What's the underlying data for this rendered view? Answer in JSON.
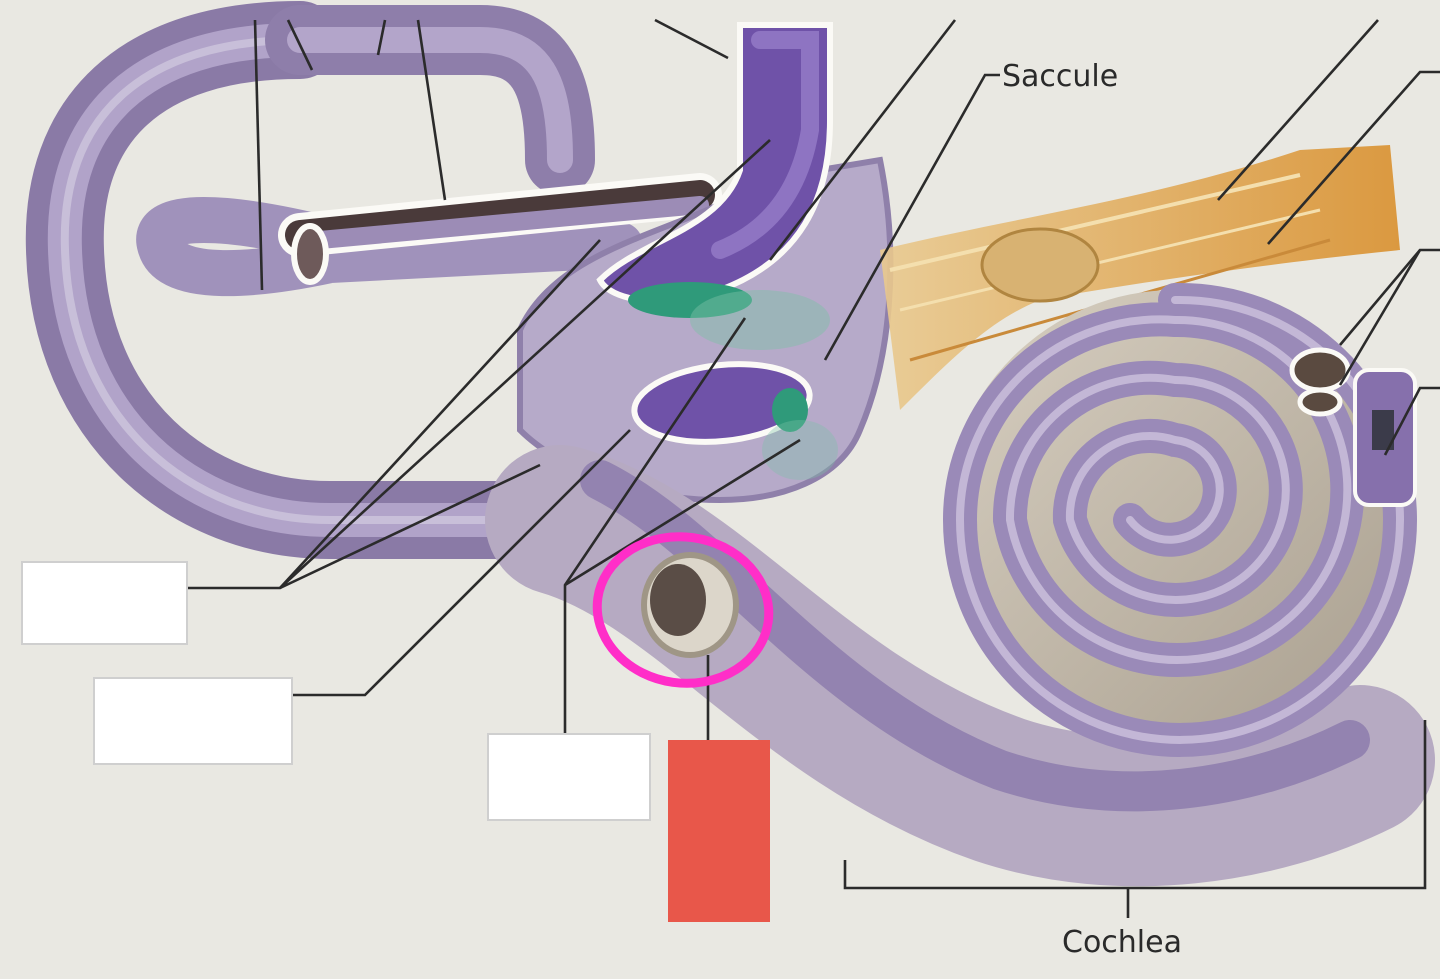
{
  "labels": {
    "saccule": "Saccule",
    "cochlea": "Cochlea"
  },
  "blanks": [
    {
      "id": "blank-1",
      "text": ""
    },
    {
      "id": "blank-2",
      "text": ""
    },
    {
      "id": "blank-3",
      "text": ""
    }
  ],
  "hidden_answer": {
    "text": ""
  },
  "colors": {
    "background": "#e9e8e2",
    "membranous_labyrinth": "#9a8ab8",
    "bony_labyrinth": "#c9c0b0",
    "dark_purple": "#6a4aa0",
    "macula_green": "#2f9a7a",
    "nerve_yellow": "#e3b46a",
    "highlight_circle": "#ff2ec8",
    "answer_cover": "#e8574a",
    "leader_line": "#2b2b2b"
  }
}
